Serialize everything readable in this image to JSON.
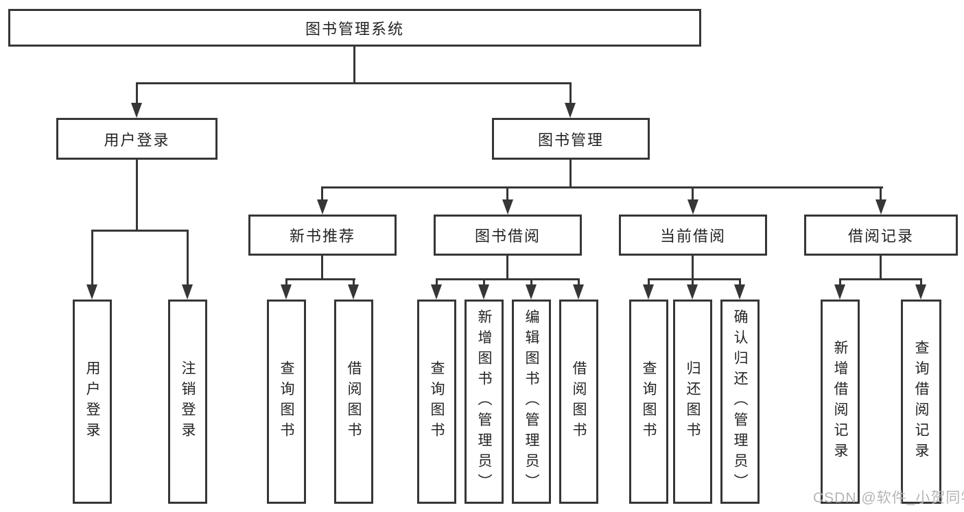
{
  "colors": {
    "line": "#363636",
    "text": "#242424",
    "box_background": "#ffffff",
    "watermark": "#b5b5b5"
  },
  "diagram": {
    "root": {
      "label": "图书管理系统"
    },
    "level2": [
      {
        "label": "用户登录"
      },
      {
        "label": "图书管理"
      }
    ],
    "level3": [
      {
        "label": "新书推荐"
      },
      {
        "label": "图书借阅"
      },
      {
        "label": "当前借阅"
      },
      {
        "label": "借阅记录"
      }
    ],
    "level4": [
      {
        "label": "用户登录"
      },
      {
        "label": "注销登录"
      },
      {
        "label": "查询图书"
      },
      {
        "label": "借阅图书"
      },
      {
        "label": "查询图书"
      },
      {
        "label": "新增图书（管理员）"
      },
      {
        "label": "编辑图书（管理员）"
      },
      {
        "label": "借阅图书"
      },
      {
        "label": "查询图书"
      },
      {
        "label": "归还图书"
      },
      {
        "label": "确认归还（管理员）"
      },
      {
        "label": "新增借阅记录"
      },
      {
        "label": "查询借阅记录"
      }
    ]
  },
  "watermark": {
    "text": "CSDN @软件_小贺同学"
  }
}
